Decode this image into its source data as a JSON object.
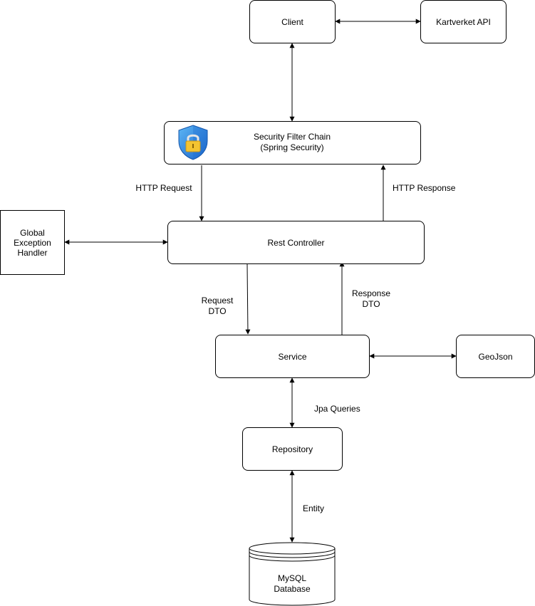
{
  "nodes": {
    "client": "Client",
    "kartverket_api": "Kartverket API",
    "security_filter_chain": "Security Filter Chain\n(Spring Security)",
    "global_exception_handler": "Global\nException\nHandler",
    "rest_controller": "Rest Controller",
    "service": "Service",
    "geojson": "GeoJson",
    "repository": "Repository",
    "database": "MySQL\nDatabase"
  },
  "edge_labels": {
    "http_request": "HTTP Request",
    "http_response": "HTTP Response",
    "request_dto": "Request\nDTO",
    "response_dto": "Response\nDTO",
    "jpa_queries": "Jpa Queries",
    "entity": "Entity"
  },
  "colors": {
    "stroke": "#000000",
    "shield_light": "#4aa7f0",
    "shield_dark": "#1f6fd1",
    "lock_gold": "#f4c430"
  },
  "icons": {
    "security": "shield-lock-icon"
  }
}
